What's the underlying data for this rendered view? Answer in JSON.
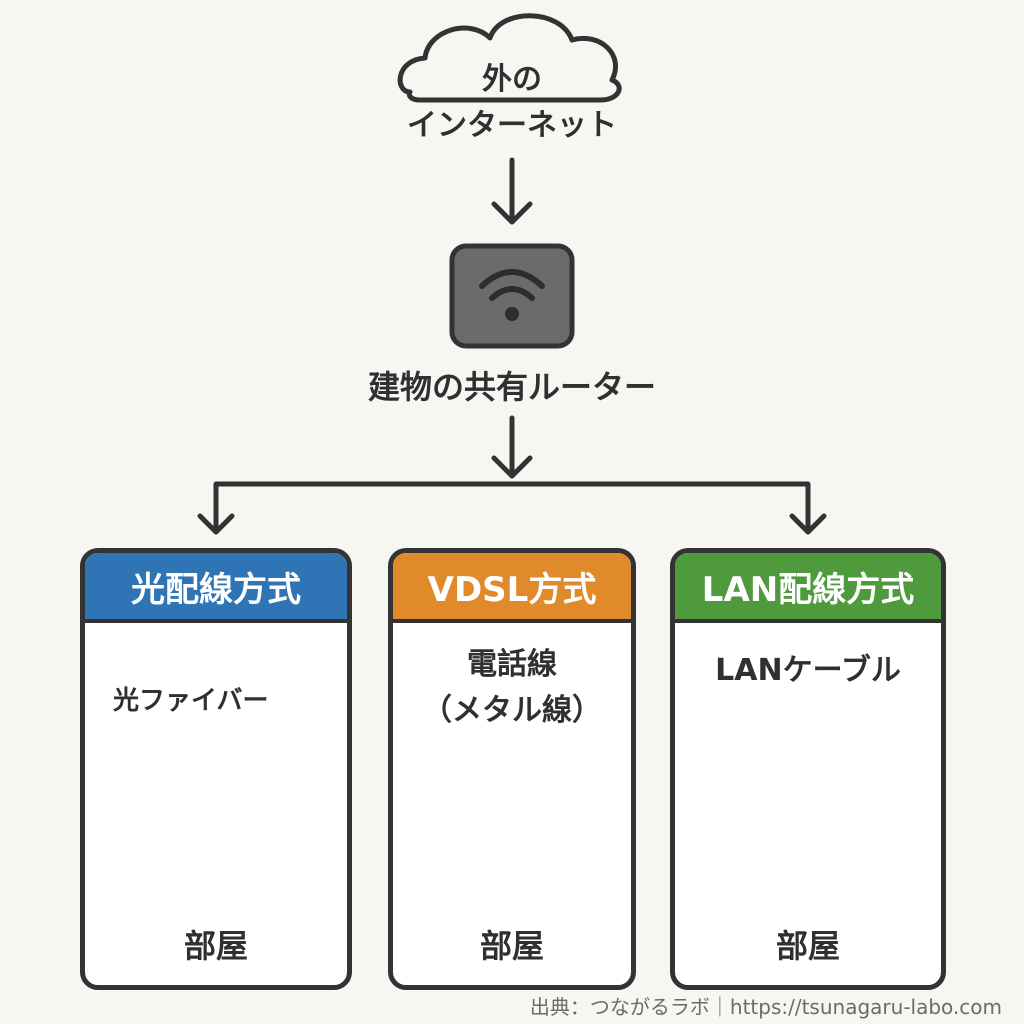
{
  "cloud": {
    "line1": "外の",
    "line2": "インターネット"
  },
  "router": {
    "label": "建物の共有ルーター"
  },
  "panels": [
    {
      "title": "光配線方式",
      "color": "#2f74b5",
      "cable_label": "光ファイバー",
      "room_label": "部屋"
    },
    {
      "title": "VDSL方式",
      "color": "#e08a2b",
      "cable_label_line1": "電話線",
      "cable_label_line2": "（メタル線）",
      "room_label": "部屋"
    },
    {
      "title": "LAN配線方式",
      "color": "#4f9a3c",
      "cable_label": "LANケーブル",
      "room_label": "部屋"
    }
  ],
  "credit": "出典：つながるラボ｜https://tsunagaru-labo.com"
}
